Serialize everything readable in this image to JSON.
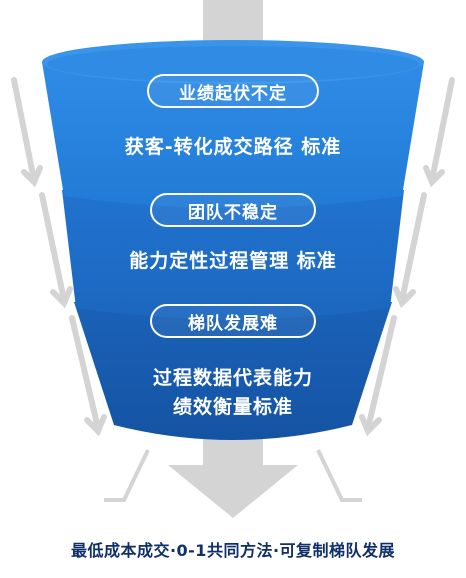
{
  "funnel": {
    "stages": [
      {
        "problem": "业绩起伏不定",
        "standard": "获客-转化成交路径 标准"
      },
      {
        "problem": "团队不稳定",
        "standard": "能力定性过程管理 标准"
      },
      {
        "problem": "梯队发展难",
        "standard_line1": "过程数据代表能力",
        "standard_line2": "绩效衡量标准"
      }
    ],
    "colors": {
      "top": "#2b86e0",
      "middle": "#1f6fc4",
      "bottom": "#175aa8",
      "rim": "#3a95ea",
      "arrow": "#d4d4d4"
    }
  },
  "caption": "最低成本成交·0-1共同方法·可复制梯队发展"
}
